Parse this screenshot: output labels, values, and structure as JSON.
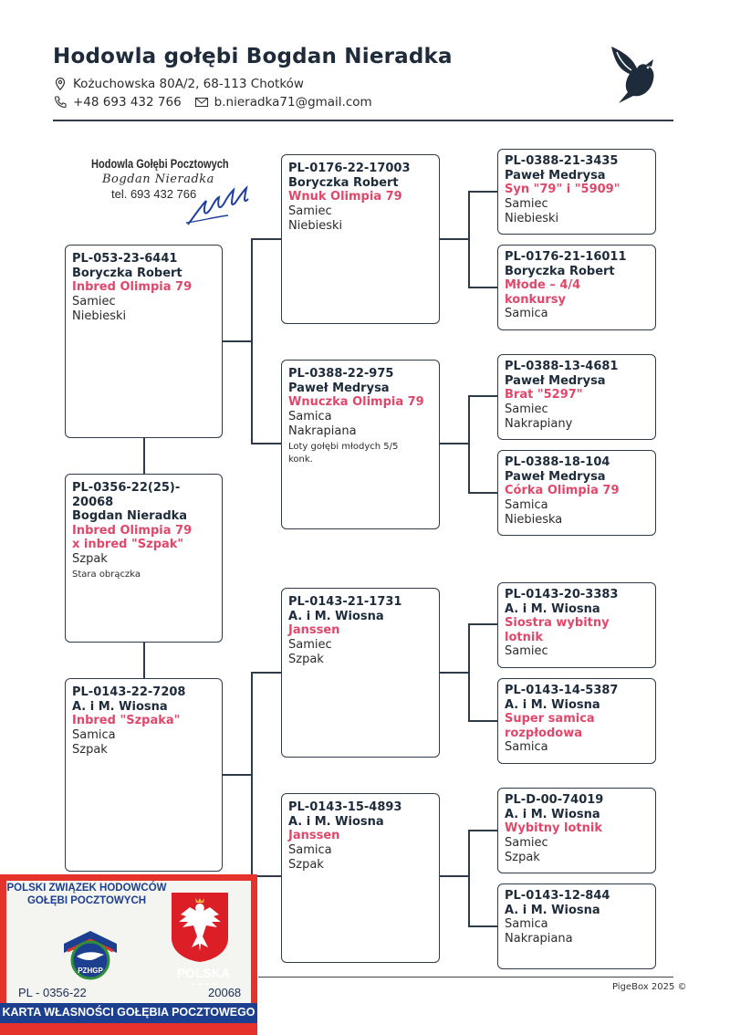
{
  "header": {
    "title": "Hodowla gołębi Bogdan Nieradka",
    "address": "Kożuchowska 80A/2, 68-113 Chotków",
    "phone": "+48 693 432 766",
    "email": "b.nieradka71@gmail.com",
    "icons": [
      "location-pin-icon",
      "phone-icon",
      "mail-icon",
      "dove-icon"
    ]
  },
  "stamp": {
    "line1": "Hodowla Gołębi Pocztowych",
    "line2": "Bogdan Nieradka",
    "line3": "tel. 693 432 766"
  },
  "pedigree": {
    "subject": {
      "ring": "PL-0356-22(25)-",
      "ring2": "20068",
      "owner": "Bogdan Nieradka",
      "name1": "Inbred Olimpia 79",
      "name2": "x inbred \"Szpak\"",
      "color": "Szpak",
      "note": "Stara obrączka"
    },
    "father": {
      "ring": "PL-053-23-6441",
      "owner": "Boryczka Robert",
      "name": "Inbred Olimpia 79",
      "sex": "Samiec",
      "color": "Niebieski"
    },
    "mother": {
      "ring": "PL-0143-22-7208",
      "owner": "A. i M. Wiosna",
      "name": "Inbred \"Szpaka\"",
      "sex": "Samica",
      "color": "Szpak"
    },
    "ff": {
      "ring": "PL-0176-22-17003",
      "owner": "Boryczka Robert",
      "name": "Wnuk Olimpia 79",
      "sex": "Samiec",
      "color": "Niebieski"
    },
    "fm": {
      "ring": "PL-0388-22-975",
      "owner": "Paweł Medrysa",
      "name": "Wnuczka Olimpia 79",
      "sex": "Samica",
      "color": "Nakrapiana",
      "note1": "Loty gołębi młodych 5/5",
      "note2": "konk."
    },
    "mf": {
      "ring": "PL-0143-21-1731",
      "owner": "A. i M. Wiosna",
      "name": "Janssen",
      "sex": "Samiec",
      "color": "Szpak"
    },
    "mm": {
      "ring": "PL-0143-15-4893",
      "owner": "A. i M. Wiosna",
      "name": "Janssen",
      "sex": "Samica",
      "color": "Szpak"
    },
    "fff": {
      "ring": "PL-0388-21-3435",
      "owner": "Paweł Medrysa",
      "name": "Syn \"79\" i \"5909\"",
      "sex": "Samiec",
      "color": "Niebieski"
    },
    "ffm": {
      "ring": "PL-0176-21-16011",
      "owner": "Boryczka Robert",
      "name1": "Młode – 4/4",
      "name2": "konkursy",
      "sex": "Samica"
    },
    "fmf": {
      "ring": "PL-0388-13-4681",
      "owner": "Paweł Medrysa",
      "name": "Brat \"5297\"",
      "sex": "Samiec",
      "color": "Nakrapiany"
    },
    "fmm": {
      "ring": "PL-0388-18-104",
      "owner": "Paweł Medrysa",
      "name": "Córka Olimpia 79",
      "sex": "Samica",
      "color": "Niebieska"
    },
    "mff": {
      "ring": "PL-0143-20-3383",
      "owner": "A. i M. Wiosna",
      "name1": "Siostra wybitny",
      "name2": "lotnik",
      "sex": "Samiec"
    },
    "mfm": {
      "ring": "PL-0143-14-5387",
      "owner": "A. i M. Wiosna",
      "name1": "Super samica",
      "name2": "rozpłodowa",
      "sex": "Samica"
    },
    "mmf": {
      "ring": "PL-D-00-74019",
      "owner": "A. i M. Wiosna",
      "name": "Wybitny lotnik",
      "sex": "Samiec",
      "color": "Szpak"
    },
    "mmm": {
      "ring": "PL-0143-12-844",
      "owner": "A. i M. Wiosna",
      "sex": "Samica",
      "color": "Nakrapiana"
    }
  },
  "card": {
    "title1": "POLSKI ZWIĄZEK HODOWCÓW",
    "title2": "GOŁĘBI POCZTOWYCH",
    "logo_text": "PZHGP",
    "country": "POLSKA 2022",
    "ring": "PL - 0356-22",
    "number": "20068",
    "caption": "KARTA WŁASNOŚCI GOŁĘBIA POCZTOWEGO"
  },
  "footer": {
    "credit": "PigeBox 2025 ©"
  },
  "colors": {
    "accent": "#e0486b",
    "border": "#2d3b4b",
    "card_red": "#e5322b",
    "card_blue": "#1d3f8f"
  }
}
